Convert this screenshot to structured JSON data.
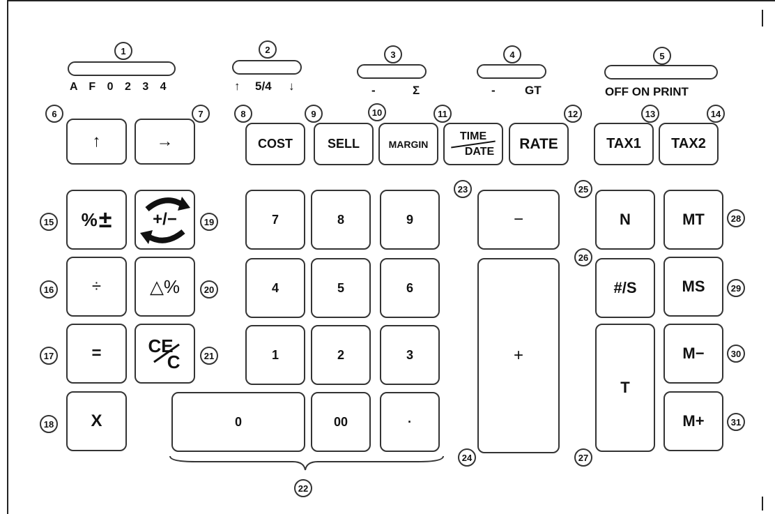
{
  "callouts": [
    "1",
    "2",
    "3",
    "4",
    "5",
    "6",
    "7",
    "8",
    "9",
    "10",
    "11",
    "12",
    "13",
    "14",
    "15",
    "16",
    "17",
    "18",
    "19",
    "20",
    "21",
    "22",
    "23",
    "24",
    "25",
    "26",
    "27",
    "28",
    "29",
    "30",
    "31"
  ],
  "switches": {
    "decimal_labels": "A F 0 2 3 4",
    "rounding_labels": [
      "↑",
      "5/4",
      "↓"
    ],
    "mode_labels": [
      "-",
      "Σ"
    ],
    "gt_labels": [
      "-",
      "GT"
    ],
    "power_labels": "OFF ON PRINT"
  },
  "keys": {
    "up": "↑",
    "right": "→",
    "cost": "COST",
    "sell": "SELL",
    "margin": "MARGIN",
    "time": "TIME",
    "date": "DATE",
    "rate": "RATE",
    "tax1": "TAX1",
    "tax2": "TAX2",
    "percent": "%",
    "plus_minus_sign": "±",
    "sign_change": "+/−",
    "divide": "÷",
    "delta_percent": "△%",
    "equals": "=",
    "ce": "CE",
    "c": "C",
    "multiply": "X",
    "d7": "7",
    "d8": "8",
    "d9": "9",
    "d4": "4",
    "d5": "5",
    "d6": "6",
    "d1": "1",
    "d2": "2",
    "d3": "3",
    "d0": "0",
    "d00": "00",
    "dot": "·",
    "minus": "−",
    "plus": "+",
    "n": "N",
    "item_count": "#/S",
    "total": "T",
    "mt": "MT",
    "ms": "MS",
    "m_minus": "M−",
    "m_plus": "M+"
  }
}
